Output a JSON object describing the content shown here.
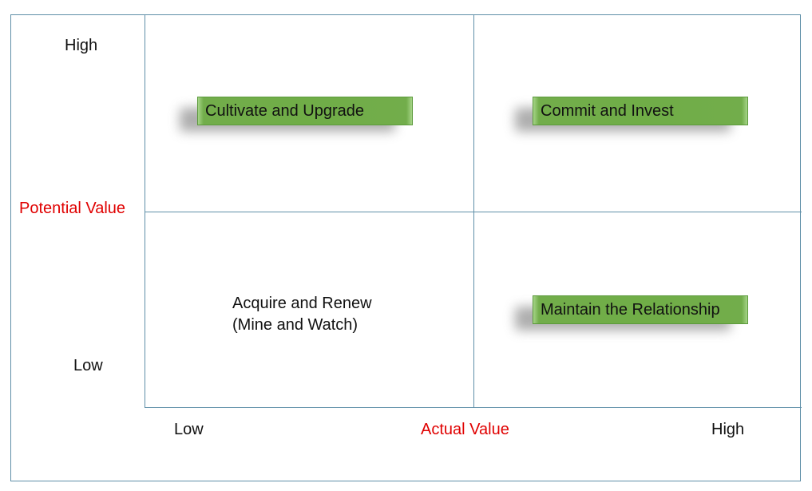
{
  "y_axis": {
    "title": "Potential Value",
    "high_label": "High",
    "low_label": "Low"
  },
  "x_axis": {
    "title": "Actual Value",
    "low_label": "Low",
    "high_label": "High"
  },
  "quadrants": {
    "top_left": "Cultivate and Upgrade",
    "top_right": "Commit and Invest",
    "bottom_left_line1": "Acquire and Renew",
    "bottom_left_line2": "(Mine and Watch)",
    "bottom_right": "Maintain the Relationship"
  },
  "colors": {
    "axis_title": "#e00000",
    "tile_fill": "#70ad47",
    "grid_line": "#5f8fa8"
  }
}
